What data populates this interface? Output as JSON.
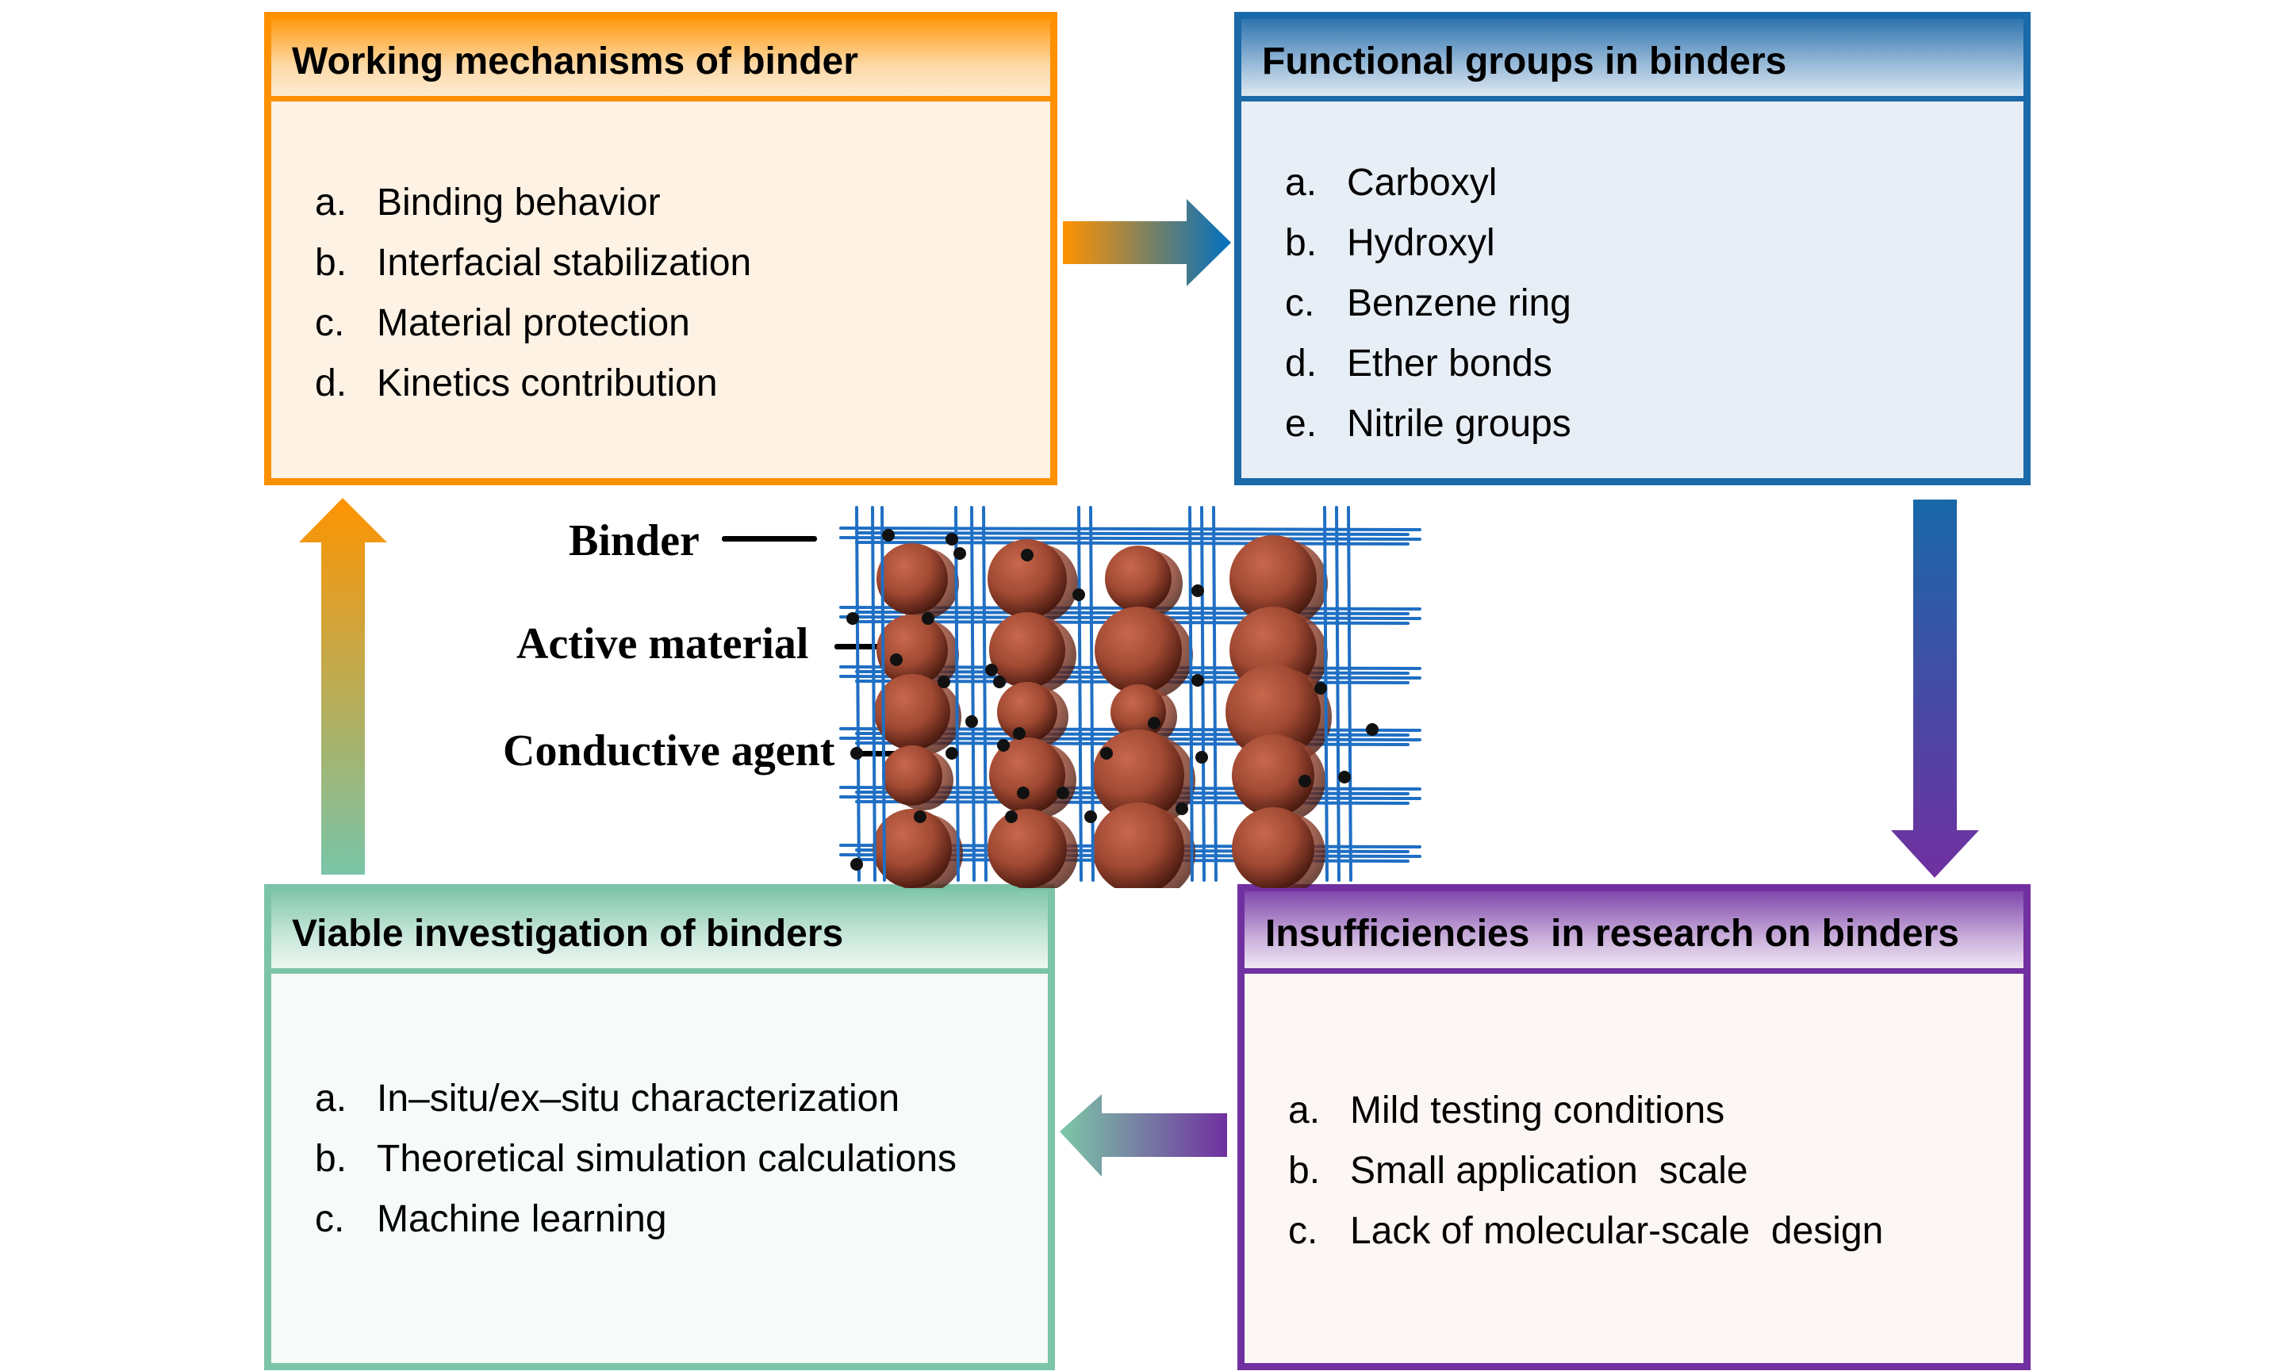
{
  "boxes": {
    "working_mechanisms": {
      "title": "Working mechanisms of binder",
      "color": "#ff9000",
      "items": [
        {
          "marker": "a.",
          "text": "Binding behavior"
        },
        {
          "marker": "b.",
          "text": "Interfacial stabilization"
        },
        {
          "marker": "c.",
          "text": "Material protection"
        },
        {
          "marker": "d.",
          "text": "Kinetics contribution"
        }
      ]
    },
    "functional_groups": {
      "title": "Functional groups in binders",
      "color": "#1a69a9",
      "items": [
        {
          "marker": "a.",
          "text": "Carboxyl"
        },
        {
          "marker": "b.",
          "text": "Hydroxyl"
        },
        {
          "marker": "c.",
          "text": "Benzene ring"
        },
        {
          "marker": "d.",
          "text": "Ether bonds"
        },
        {
          "marker": "e.",
          "text": "Nitrile groups"
        }
      ]
    },
    "insufficiencies": {
      "title": "Insufficiencies  in research on binders",
      "color": "#7030a0",
      "items": [
        {
          "marker": "a.",
          "text": "Mild testing conditions"
        },
        {
          "marker": "b.",
          "text": "Small application  scale"
        },
        {
          "marker": "c.",
          "text": "Lack of molecular-scale  design"
        }
      ]
    },
    "viable_investigation": {
      "title": "Viable investigation of binders",
      "color": "#7cc4a8",
      "items": [
        {
          "marker": "a.",
          "text": "In–situ/ex–situ characterization"
        },
        {
          "marker": "b.",
          "text": "Theoretical simulation calculations"
        },
        {
          "marker": "c.",
          "text": "Machine learning"
        }
      ]
    }
  },
  "illustration": {
    "labels": {
      "binder": "Binder",
      "active_material": "Active material",
      "conductive_agent": "Conductive agent"
    },
    "colors": {
      "binder_fiber": "#1f6fc4",
      "active_particle": "#a24a33",
      "conductive_particle": "#111111"
    }
  },
  "flow": [
    "working_mechanisms",
    "functional_groups",
    "insufficiencies",
    "viable_investigation",
    "working_mechanisms"
  ]
}
